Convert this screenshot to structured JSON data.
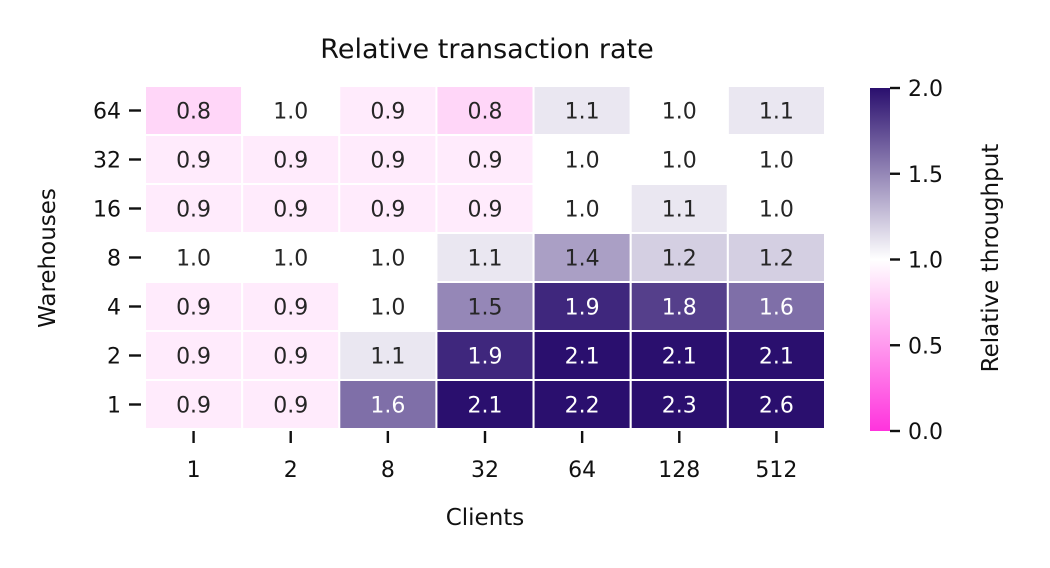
{
  "chart_data": {
    "type": "heatmap",
    "title": "Relative transaction rate",
    "xlabel": "Clients",
    "ylabel": "Warehouses",
    "x_categories": [
      "1",
      "2",
      "8",
      "32",
      "64",
      "128",
      "512"
    ],
    "y_categories": [
      "64",
      "32",
      "16",
      "8",
      "4",
      "2",
      "1"
    ],
    "values": [
      [
        0.8,
        1.0,
        0.9,
        0.8,
        1.1,
        1.0,
        1.1
      ],
      [
        0.9,
        0.9,
        0.9,
        0.9,
        1.0,
        1.0,
        1.0
      ],
      [
        0.9,
        0.9,
        0.9,
        0.9,
        1.0,
        1.1,
        1.0
      ],
      [
        1.0,
        1.0,
        1.0,
        1.1,
        1.4,
        1.2,
        1.2
      ],
      [
        0.9,
        0.9,
        1.0,
        1.5,
        1.9,
        1.8,
        1.6
      ],
      [
        0.9,
        0.9,
        1.1,
        1.9,
        2.1,
        2.1,
        2.1
      ],
      [
        0.9,
        0.9,
        1.6,
        2.1,
        2.2,
        2.3,
        2.6
      ]
    ],
    "value_labels": [
      [
        "0.8",
        "1.0",
        "0.9",
        "0.8",
        "1.1",
        "1.0",
        "1.1"
      ],
      [
        "0.9",
        "0.9",
        "0.9",
        "0.9",
        "1.0",
        "1.0",
        "1.0"
      ],
      [
        "0.9",
        "0.9",
        "0.9",
        "0.9",
        "1.0",
        "1.1",
        "1.0"
      ],
      [
        "1.0",
        "1.0",
        "1.0",
        "1.1",
        "1.4",
        "1.2",
        "1.2"
      ],
      [
        "0.9",
        "0.9",
        "1.0",
        "1.5",
        "1.9",
        "1.8",
        "1.6"
      ],
      [
        "0.9",
        "0.9",
        "1.1",
        "1.9",
        "2.1",
        "2.1",
        "2.1"
      ],
      [
        "0.9",
        "0.9",
        "1.6",
        "2.1",
        "2.2",
        "2.3",
        "2.6"
      ]
    ],
    "colorbar": {
      "label": "Relative throughput",
      "range": [
        0.0,
        2.0
      ],
      "ticks": [
        "0.0",
        "0.5",
        "1.0",
        "1.5",
        "2.0"
      ],
      "colors": [
        "#ff33dd",
        "#ffffff",
        "#2a0f6e"
      ]
    }
  }
}
